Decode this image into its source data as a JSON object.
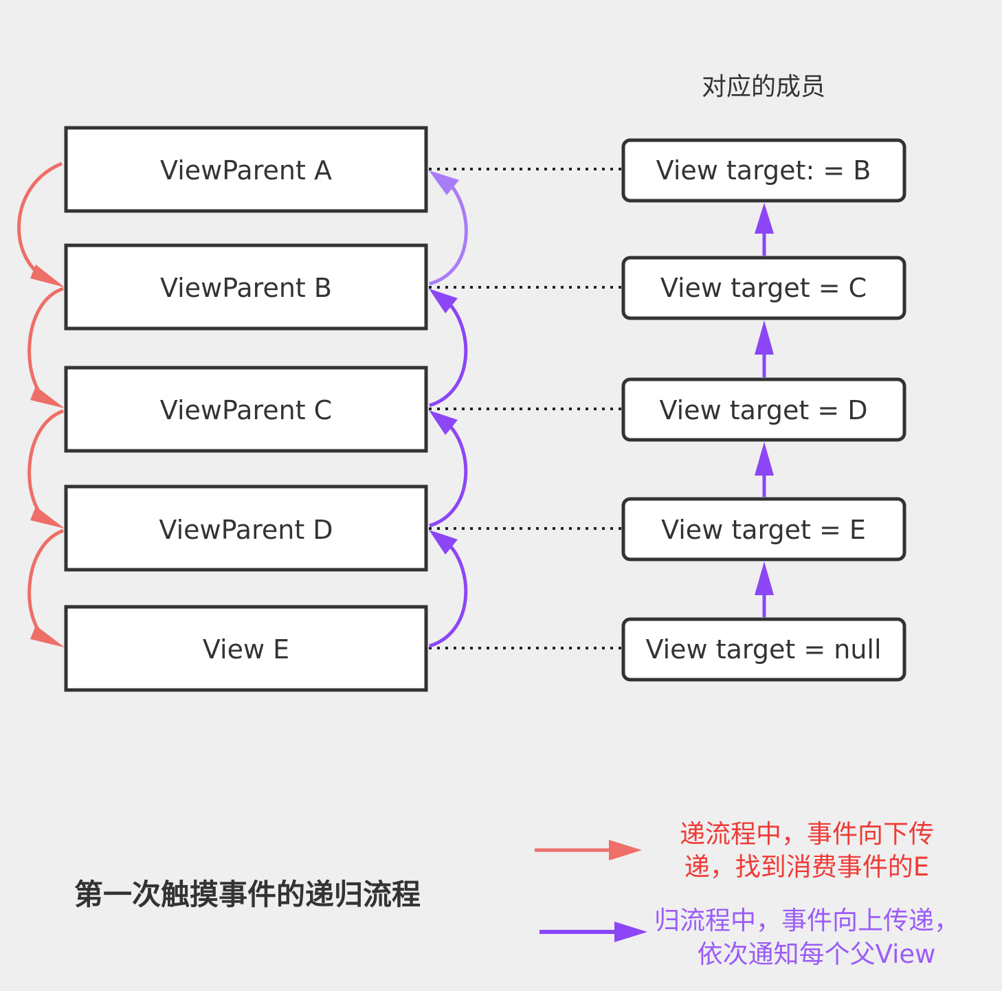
{
  "header": {
    "members_title": "对应的成员"
  },
  "left_nodes": [
    {
      "label": "ViewParent A"
    },
    {
      "label": "ViewParent B"
    },
    {
      "label": "ViewParent C"
    },
    {
      "label": "ViewParent D"
    },
    {
      "label": "View E"
    }
  ],
  "right_nodes": [
    {
      "label": "View target: = B"
    },
    {
      "label": "View target = C"
    },
    {
      "label": "View target = D"
    },
    {
      "label": "View target = E"
    },
    {
      "label": "View target = null"
    }
  ],
  "caption": "第一次触摸事件的递归流程",
  "legend": {
    "recursion": {
      "line1": "递流程中，事件向下传",
      "line2": "递，找到消费事件的E",
      "color": "#ee6e68"
    },
    "return": {
      "line1": "归流程中，事件向上传递，",
      "line2": "依次通知每个父View",
      "color": "#8c46f5"
    }
  },
  "colors": {
    "node_border": "#333333",
    "node_fill": "#ffffff",
    "text": "#333333",
    "dotted": "#222222",
    "return_light": "#a97cf8"
  }
}
